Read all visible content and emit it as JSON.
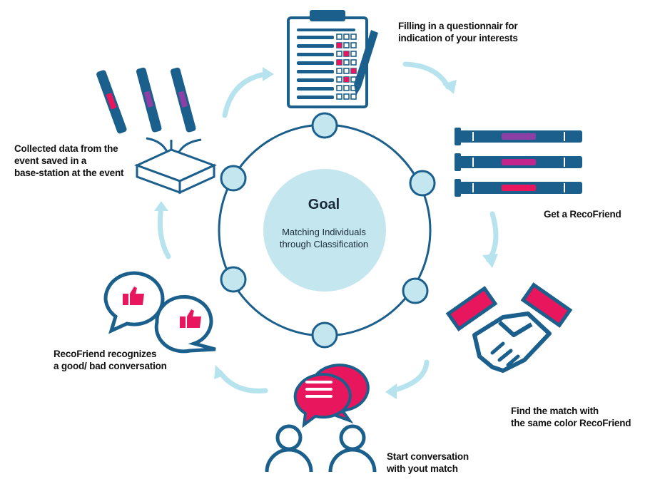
{
  "goal": {
    "title": "Goal",
    "subtitle_line1": "Matching Individuals",
    "subtitle_line2": "through Classification"
  },
  "steps": [
    {
      "name": "questionnaire",
      "line1": "Filling in a questionnair for",
      "line2": "indication of your interests",
      "icon": "clipboard-icon"
    },
    {
      "name": "get-recofriend",
      "line1": "Get a RecoFriend",
      "icon": "wristbands-icon"
    },
    {
      "name": "find-match",
      "line1": "Find the match with",
      "line2": "the same color RecoFriend",
      "icon": "handshake-icon"
    },
    {
      "name": "start-conversation",
      "line1": "Start conversation",
      "line2": "with yout match",
      "icon": "conversation-people-icon"
    },
    {
      "name": "recognize-conversation",
      "line1": "RecoFriend recognizes",
      "line2": "a good/ bad conversation",
      "icon": "thumbs-up-bubbles-icon"
    },
    {
      "name": "collect-data",
      "line1": "Collected data from the",
      "line2": "event saved in a",
      "line3": "base-station at the event",
      "icon": "base-station-icon"
    }
  ],
  "colors": {
    "dark_blue": "#1b5f8c",
    "light_blue": "#c4e6ef",
    "pink": "#e8175d",
    "purple": "#8e3fa6",
    "magenta": "#c2268d",
    "arrow_blue": "#b7e3ee"
  }
}
